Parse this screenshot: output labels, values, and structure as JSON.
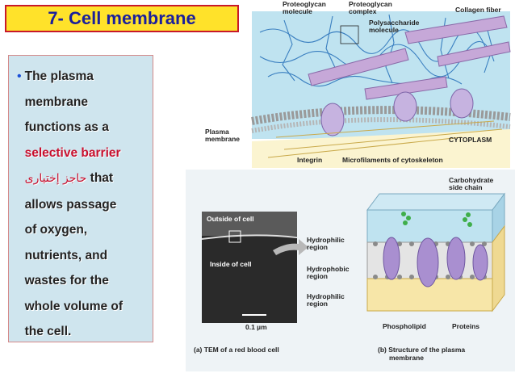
{
  "title": "7- Cell membrane",
  "body": {
    "line1": "The plasma",
    "line2": "membrane",
    "line3": "functions as a",
    "highlight": "selective barrier",
    "arabic": "حاجز إختيارى",
    "that": "that",
    "line5": "allows passage",
    "line6": "of oxygen,",
    "line7": "nutrients, and",
    "line8": "wastes for the",
    "line9": "whole volume of",
    "line10": "the cell."
  },
  "figure_top": {
    "proteoglycan_molecule": [
      "Proteoglycan",
      "molecule"
    ],
    "proteoglycan_complex": [
      "Proteoglycan",
      "complex"
    ],
    "polysaccharide": [
      "Polysaccharide",
      "molecule"
    ],
    "collagen": "Collagen fiber",
    "plasma_membrane": [
      "Plasma",
      "membrane"
    ],
    "cytoplasm": "CYTOPLASM",
    "integrin": "Integrin",
    "microfilaments": "Microfilaments of cytoskeleton"
  },
  "figure_bottom": {
    "outside": "Outside of cell",
    "inside": "Inside of cell",
    "scale": "0.1 µm",
    "hydrophilic_top": [
      "Hydrophilic",
      "region"
    ],
    "hydrophobic": [
      "Hydrophobic",
      "region"
    ],
    "hydrophilic_bottom": [
      "Hydrophilic",
      "region"
    ],
    "carbohydrate": [
      "Carbohydrate",
      "side chain"
    ],
    "phospholipid": "Phospholipid",
    "proteins": "Proteins",
    "caption_a": "(a) TEM of a red blood cell",
    "caption_b": [
      "(b) Structure of the plasma",
      "membrane"
    ]
  }
}
